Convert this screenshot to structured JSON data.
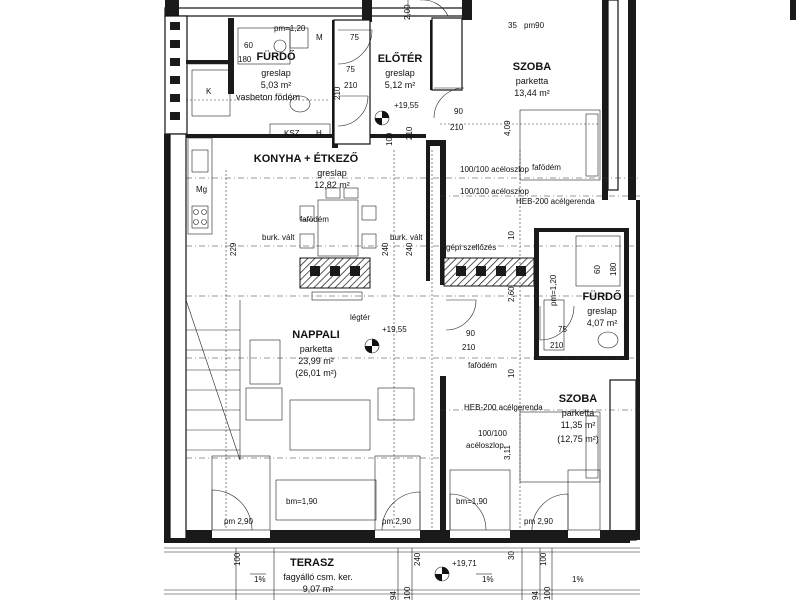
{
  "rooms": {
    "furdo1": {
      "name": "FÜRDŐ",
      "floor": "greslap",
      "area": "5,03 m²",
      "note": "vasbeton födém"
    },
    "eloter": {
      "name": "ELŐTÉR",
      "floor": "greslap",
      "area": "5,12 m²"
    },
    "szoba1": {
      "name": "SZOBA",
      "floor": "parketta",
      "area": "13,44 m²"
    },
    "konyha": {
      "name": "KONYHA + ÉTKEZŐ",
      "floor": "greslap",
      "area": "12,82 m²"
    },
    "furdo2": {
      "name": "FÜRDŐ",
      "floor": "greslap",
      "area": "4,07 m²"
    },
    "nappali": {
      "name": "NAPPALI",
      "floor": "parketta",
      "area": "23,99 m²",
      "area2": "(26,01 m²)"
    },
    "szoba2": {
      "name": "SZOBA",
      "floor": "parketta",
      "area": "11,35 m²",
      "area2": "(12,75 m²)"
    },
    "terasz": {
      "name": "TERASZ",
      "floor": "fagyálló csm. ker.",
      "area": "9,07 m²"
    }
  },
  "labels": {
    "pm120_top": "pm=1,20",
    "d60": "60",
    "d180": "180",
    "d75a": "75",
    "d210a": "210",
    "d75b": "75",
    "d210b": "210",
    "d90a": "90",
    "d210c": "210",
    "d35": "35",
    "pm90": "pm90",
    "d200": "2,00",
    "d100a": "100",
    "d210d": "210",
    "d409": "4,09",
    "lvl1955a": "+19,55",
    "lvl1955b": "+19,55",
    "lvl1971": "+19,71",
    "k": "K",
    "m": "M",
    "ksz": "KSZ",
    "h": "H",
    "mg": "Mg",
    "acel1": "100/100 acéloszlop",
    "acel2": "100/100 acéloszlop",
    "fafodem1": "fafödém",
    "fafodem2": "fafödém",
    "fafodem3": "fafödém",
    "heb1": "HEB-200 acélgerenda",
    "heb2": "HEB-200 acélgerenda",
    "acel3a": "100/100",
    "acel3b": "acéloszlop",
    "burk1": "burk. vált",
    "burk2": "burk. vált",
    "d229": "229",
    "d240a": "240",
    "d240b": "240",
    "gepi": "gépi szellőzés",
    "d10a": "10",
    "d10b": "10",
    "d260": "2,60",
    "pm120_b": "pm=1,20",
    "d60b": "60",
    "d180b": "180",
    "d75c": "75",
    "d210e": "210",
    "legter": "légtér",
    "d90b": "90",
    "d210f": "210",
    "d311": "3,11",
    "bm1": "bm=1,90",
    "bm2": "bm=1,90",
    "pm290a": "pm 2,90",
    "pm290b": "pm 2,90",
    "pm290c": "pm 2,90",
    "d100b": "100",
    "d240c": "240",
    "d30": "30",
    "d100c": "100",
    "pct1": "1%",
    "pct2": "1%",
    "pct3": "1%",
    "d94a": "94",
    "d100d": "100",
    "d94b": "94",
    "d100e": "100"
  }
}
